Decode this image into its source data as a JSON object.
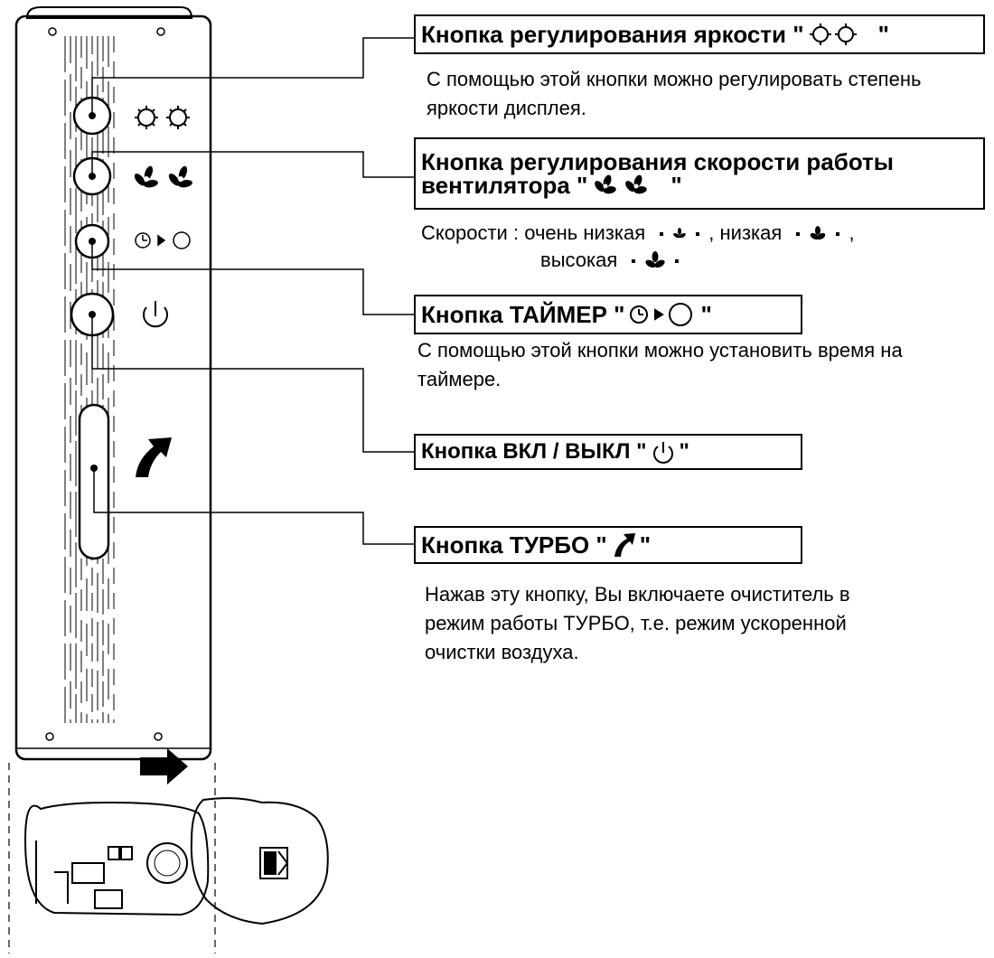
{
  "brightness": {
    "title_prefix": "Кнопка регулирования яркости \"",
    "title_suffix": "\"",
    "icon": "sun-pair-icon",
    "description": "С помощью этой кнопки можно регулировать степень яркости дисплея."
  },
  "fan": {
    "title_line1": "Кнопка регулирования скорости работы",
    "title_line2_prefix": "вентилятора \"",
    "title_line2_suffix": "\"",
    "icon": "fan-pair-icon",
    "speeds_label": "Скорости :",
    "speed_very_low": "очень низкая",
    "speed_low": "низкая",
    "speed_high": "высокая",
    "comma": ","
  },
  "timer": {
    "title_prefix": "Кнопка ТАЙМЕР \"",
    "title_suffix": "\"",
    "icon": "timer-clock-arrow-circle-icon",
    "description": "С помощью этой кнопки можно установить время на таймере."
  },
  "power": {
    "title_prefix": "Кнопка ВКЛ / ВЫКЛ  \"",
    "title_suffix": "\"",
    "icon": "power-icon"
  },
  "turbo": {
    "title_prefix": "Кнопка ТУРБО  \"",
    "title_suffix": "\"",
    "icon": "turbo-arrow-icon",
    "description": "Нажав эту кнопку, Вы включаете очиститель в режим работы ТУРБО, т.е. режим ускоренной очистки воздуха."
  }
}
